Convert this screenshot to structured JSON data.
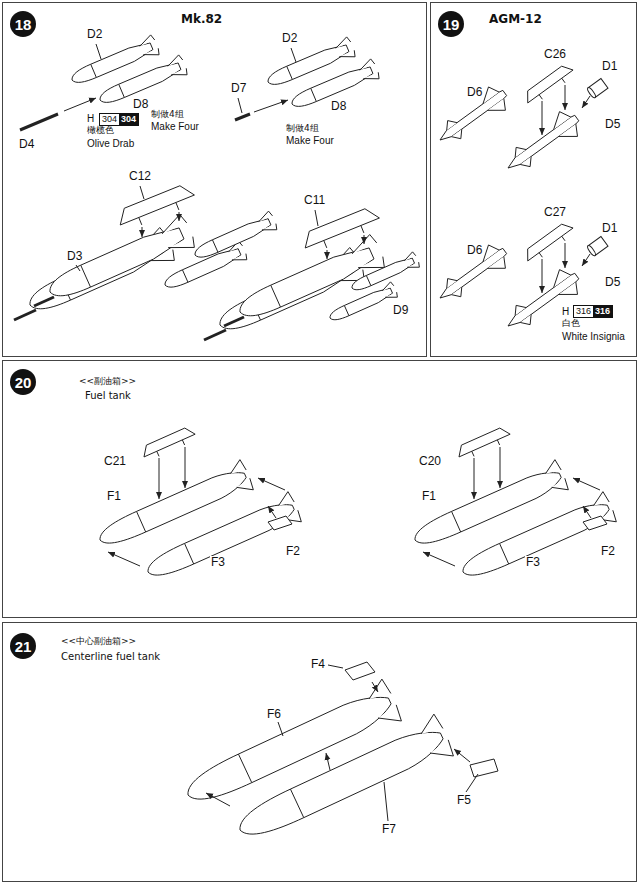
{
  "diagram": {
    "nodes": [
      {
        "text": [
          "Mk.82"
        ]
      },
      {
        "text": [
          "18"
        ],
        "in": 0
      },
      {
        "text": [
          "304",
          "304"
        ],
        "in": 0
      },
      {
        "text": [
          "AGM-12"
        ]
      },
      {
        "text": [
          "19"
        ],
        "in": 3
      },
      {
        "text": [
          "316",
          "316"
        ],
        "in": 3
      },
      {
        "text": [
          "<<副油箱>>",
          "Fuel tank"
        ]
      },
      {
        "text": [
          "20"
        ],
        "in": 6
      },
      {
        "text": [
          "<<中心副油箱>>",
          "Centerline fuel tank"
        ]
      },
      {
        "text": [
          "21"
        ],
        "in": 8
      }
    ],
    "labels": [
      "D2",
      "D8",
      "H",
      "橄榄色",
      "Olive Drab",
      "制做4组",
      "Make Four",
      "D4",
      "D2",
      "D7",
      "D8",
      "制做4组",
      "Make Four",
      "C12",
      "D3",
      "C11",
      "D9",
      "D6",
      "C26",
      "D1",
      "D5",
      "C27",
      "D6",
      "D1",
      "D5",
      "H",
      "白色",
      "White Insignia",
      "C21",
      "F1",
      "F3",
      "F2",
      "C20",
      "F1",
      "F3",
      "F2",
      "F4",
      "F6",
      "F7",
      "F5"
    ]
  }
}
